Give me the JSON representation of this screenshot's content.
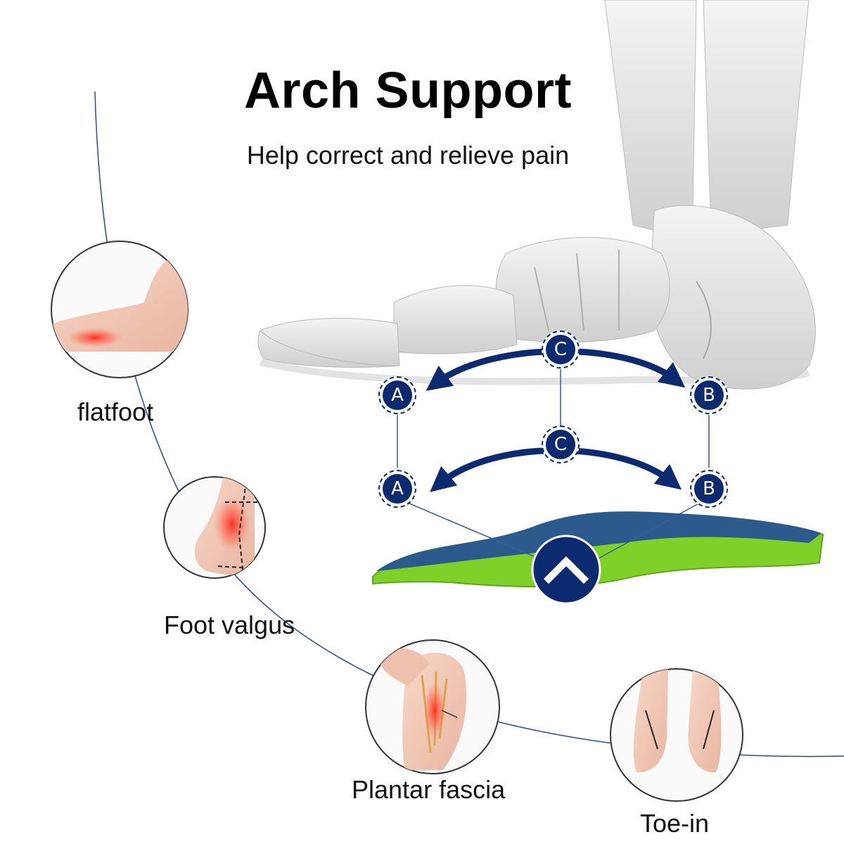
{
  "header": {
    "title": "Arch Support",
    "subtitle": "Help correct and relieve pain"
  },
  "conditions": [
    {
      "label": "flatfoot"
    },
    {
      "label": "Foot valgus"
    },
    {
      "label": "Plantar fascia"
    },
    {
      "label": "Toe-in"
    }
  ],
  "markers": {
    "top": {
      "left": "A",
      "center": "C",
      "right": "B"
    },
    "bottom": {
      "left": "A",
      "center": "C",
      "right": "B"
    }
  },
  "icons": {
    "arrow_badge": "chevron-up-icon"
  },
  "colors": {
    "navy": "#0b2a6f",
    "insole_green": "#7fd12a",
    "insole_blue": "#2c5a8c",
    "skin": "#f2c9b8",
    "pain_red": "#e8322a",
    "bone": "#e6e6e6"
  }
}
